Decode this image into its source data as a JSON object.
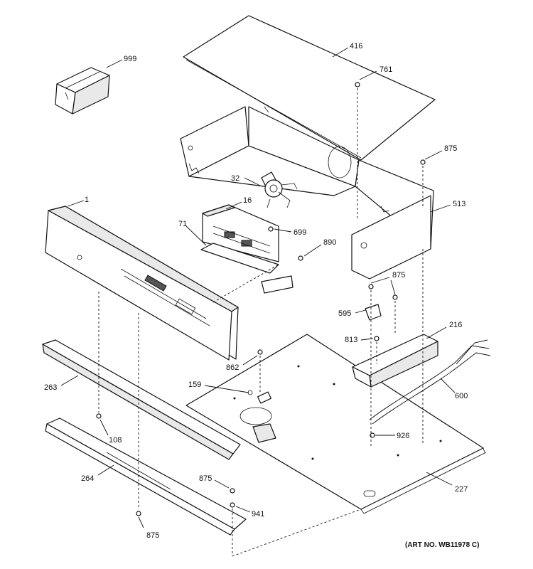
{
  "callouts": {
    "c999": "999",
    "c416": "416",
    "c761": "761",
    "c875a": "875",
    "c513": "513",
    "c32": "32",
    "c16": "16",
    "c1": "1",
    "c71": "71",
    "c699": "699",
    "c890": "890",
    "c875b": "875",
    "c595": "595",
    "c216": "216",
    "c813": "813",
    "c862": "862",
    "c159": "159",
    "c600": "600",
    "c263": "263",
    "c108": "108",
    "c926": "926",
    "c264": "264",
    "c875c": "875",
    "c941": "941",
    "c227": "227",
    "c875d": "875"
  },
  "art_number": "(ART NO. WB11978 C)"
}
